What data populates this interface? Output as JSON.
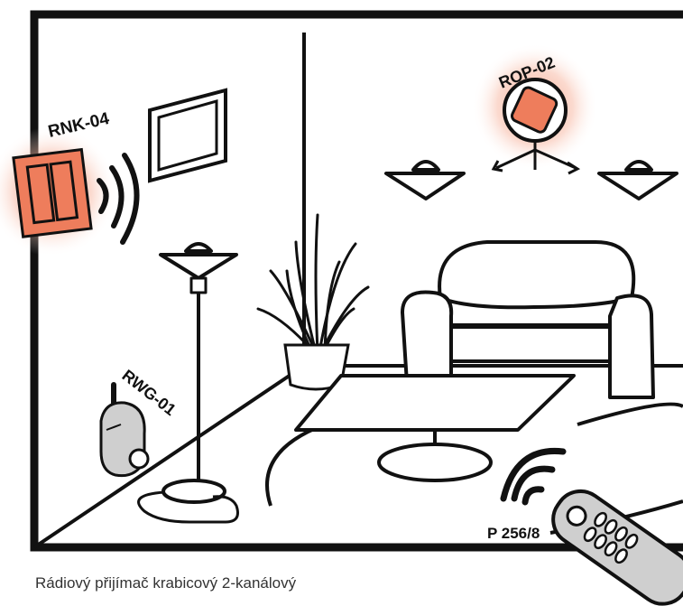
{
  "devices": {
    "rnk": "RNK-04",
    "rop": "ROP-02",
    "rwg": "RWG-01",
    "remote": "P 256/8"
  },
  "caption": "Rádiový přijímač krabicový 2-kanálový",
  "colors": {
    "highlight": "#ee7d5c",
    "glow": "#f7b59f",
    "outline": "#111111",
    "device_grey": "#cfcfcf"
  }
}
